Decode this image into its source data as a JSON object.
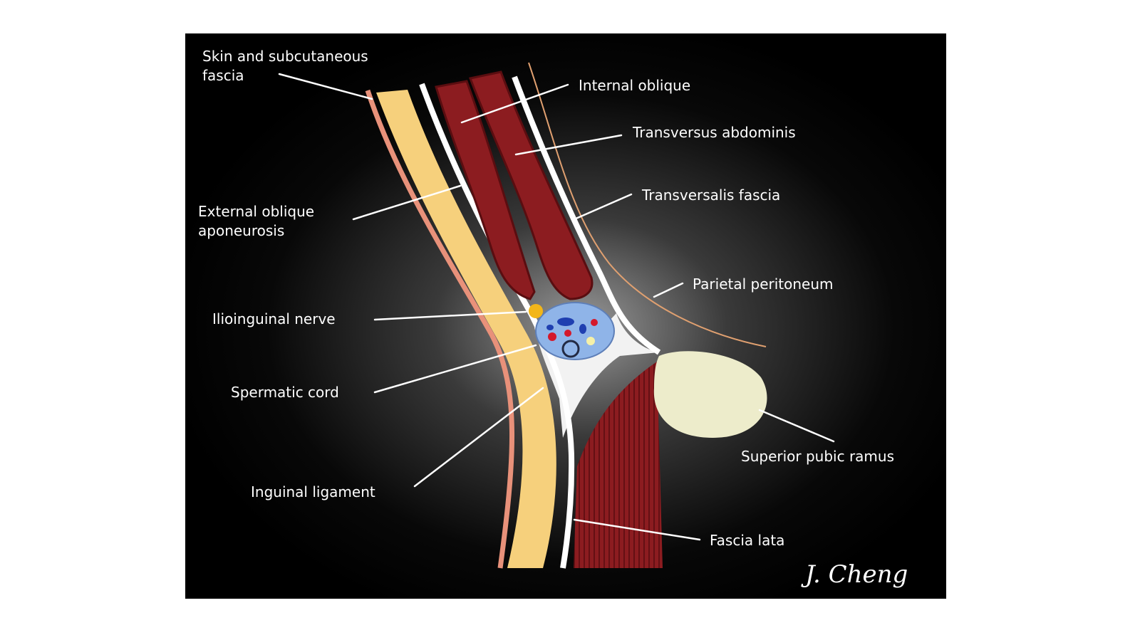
{
  "labels": {
    "skin": [
      "Skin and subcutaneous",
      "fascia"
    ],
    "internal_oblique": "Internal oblique",
    "transversus_abdominis": "Transversus abdominis",
    "transversalis_fascia": "Transversalis fascia",
    "external_oblique_aponeurosis": [
      "External oblique",
      "aponeurosis"
    ],
    "parietal_peritoneum": "Parietal peritoneum",
    "ilioinguinal_nerve": "Ilioinguinal nerve",
    "spermatic_cord": "Spermatic cord",
    "superior_pubic_ramus": "Superior pubic ramus",
    "inguinal_ligament": "Inguinal ligament",
    "fascia_lata": "Fascia lata"
  },
  "signature": "J. Cheng",
  "colors": {
    "panel": "#050505",
    "skin_line": "#e8917a",
    "aponeurosis": "#f6d07c",
    "fascia_white": "#ffffff",
    "muscle": "#8c1c20",
    "muscle_dark": "#5a0d10",
    "cord": "#8fb4e8",
    "vessel_blue": "#1f3fb0",
    "vessel_red": "#d4182a",
    "nerve": "#f2b619",
    "bone": "#edeccb",
    "peritoneum": "#e0a070"
  }
}
